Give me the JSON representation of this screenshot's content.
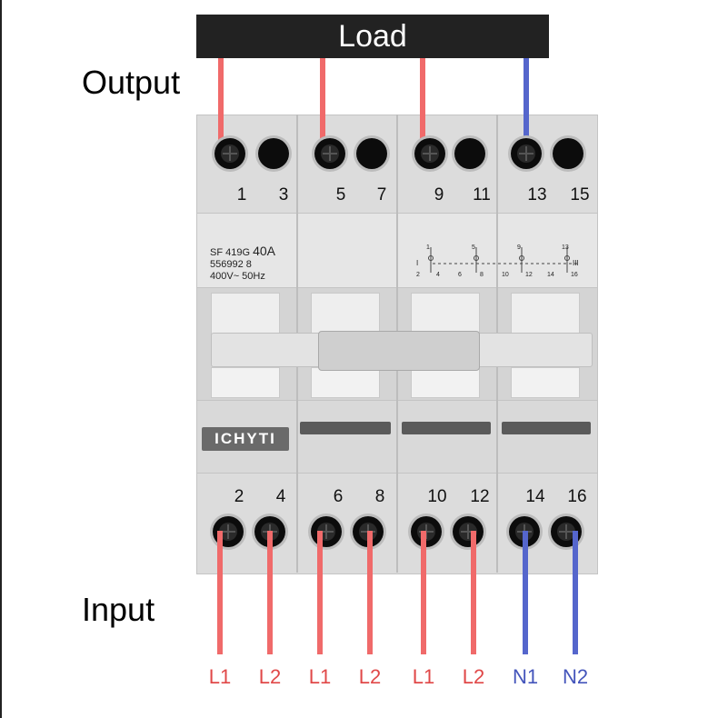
{
  "load_label": "Load",
  "output_label": "Output",
  "input_label": "Input",
  "brand": "ICHYTI",
  "spec": {
    "model": "SF 419G",
    "rating": "40A",
    "code": "556992 8",
    "voltage": "400V~ 50Hz"
  },
  "schematic": {
    "top_numbers": [
      "1",
      "5",
      "9",
      "13"
    ],
    "bottom_numbers": [
      "2",
      "4",
      "6",
      "8",
      "10",
      "12",
      "14",
      "16"
    ],
    "left_mark": "I",
    "right_mark": "III"
  },
  "top_terminals": [
    "1",
    "3",
    "5",
    "7",
    "9",
    "11",
    "13",
    "15"
  ],
  "bottom_terminals": [
    "2",
    "4",
    "6",
    "8",
    "10",
    "12",
    "14",
    "16"
  ],
  "input_wires": [
    "L1",
    "L2",
    "L1",
    "L2",
    "L1",
    "L2",
    "N1",
    "N2"
  ],
  "colors": {
    "live": "#f06a6a",
    "neutral": "#5566cc",
    "label_live": "#e04848",
    "label_neutral": "#4455bb"
  }
}
